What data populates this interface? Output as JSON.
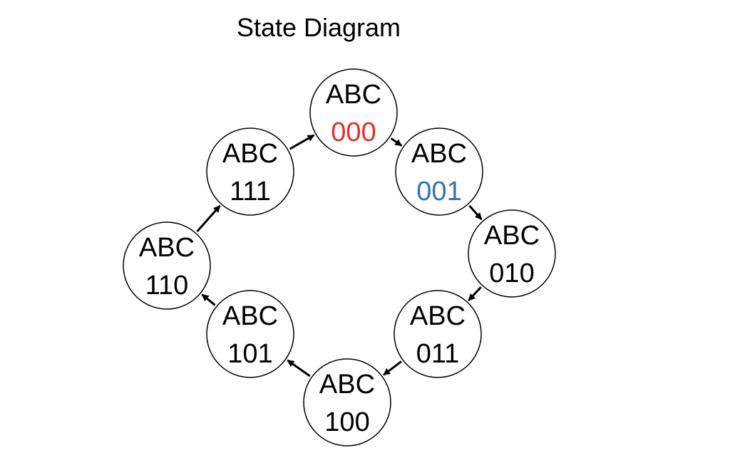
{
  "title": "State Diagram",
  "colors": {
    "stroke": "#000000",
    "text": "#000000",
    "highlight_red": "#e23128",
    "highlight_blue": "#2e73b8"
  },
  "states": [
    {
      "label": "ABC",
      "value": "000",
      "value_color": "#e23128"
    },
    {
      "label": "ABC",
      "value": "001",
      "value_color": "#2e73b8"
    },
    {
      "label": "ABC",
      "value": "010",
      "value_color": "#000000"
    },
    {
      "label": "ABC",
      "value": "011",
      "value_color": "#000000"
    },
    {
      "label": "ABC",
      "value": "100",
      "value_color": "#000000"
    },
    {
      "label": "ABC",
      "value": "101",
      "value_color": "#000000"
    },
    {
      "label": "ABC",
      "value": "110",
      "value_color": "#000000"
    },
    {
      "label": "ABC",
      "value": "111",
      "value_color": "#000000"
    }
  ],
  "transitions": [
    {
      "from": "000",
      "to": "001"
    },
    {
      "from": "001",
      "to": "010"
    },
    {
      "from": "010",
      "to": "011"
    },
    {
      "from": "011",
      "to": "100"
    },
    {
      "from": "100",
      "to": "101"
    },
    {
      "from": "101",
      "to": "110"
    },
    {
      "from": "110",
      "to": "111"
    },
    {
      "from": "111",
      "to": "000"
    }
  ]
}
